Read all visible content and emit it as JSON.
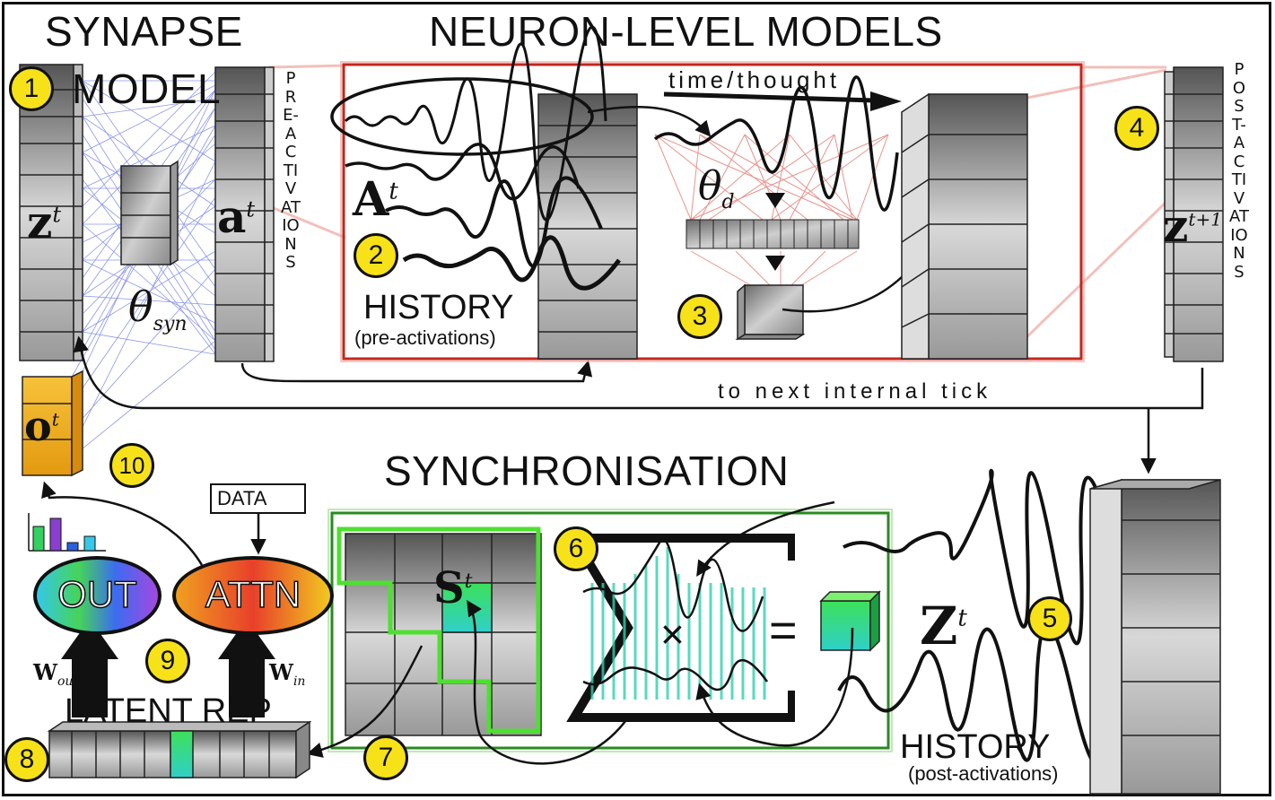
{
  "sections": {
    "synapse": "SYNAPSE MODEL",
    "synapse_line1": "SYNAPSE",
    "synapse_line2": "MODEL",
    "neuron": "NEURON-LEVEL MODELS",
    "sync": "SYNCHRONISATION",
    "latent": "LATENT REP"
  },
  "labels": {
    "pre_activations": "PRE-ACTIVATIONS",
    "post_activations": "POST-ACTIVATIONS",
    "time_thought": "time/thought",
    "history_pre": "HISTORY",
    "history_pre_sub": "(pre-activations)",
    "history_post": "HISTORY",
    "history_post_sub": "(post-activations)",
    "next_tick": "to next internal tick",
    "data": "DATA",
    "out": "OUT",
    "attn": "ATTN",
    "times": "×",
    "equals": "="
  },
  "math": {
    "z_t": "z",
    "z_t_sup": "t",
    "a_t": "a",
    "a_t_sup": "t",
    "A_t": "A",
    "A_t_sup": "t",
    "theta_syn": "θ",
    "theta_syn_sub": "syn",
    "theta_d": "θ",
    "theta_d_sub": "d",
    "z_t1": "z",
    "z_t1_sup": "t+1",
    "o_t": "o",
    "o_t_sup": "t",
    "S_t": "S",
    "S_t_sup": "t",
    "Z_t": "Z",
    "Z_t_sup": "t",
    "w_out": "W",
    "w_out_sub": "out",
    "w_in": "W",
    "w_in_sub": "in"
  },
  "badges": [
    "1",
    "2",
    "3",
    "4",
    "5",
    "6",
    "7",
    "8",
    "9",
    "10"
  ],
  "colors": {
    "badge": "#f7e21a",
    "synapse_lines": "#2f3fd6",
    "neuron_box": "#d9443a",
    "sync_box": "#3dbb2f",
    "output_block": "#f2a81a"
  }
}
